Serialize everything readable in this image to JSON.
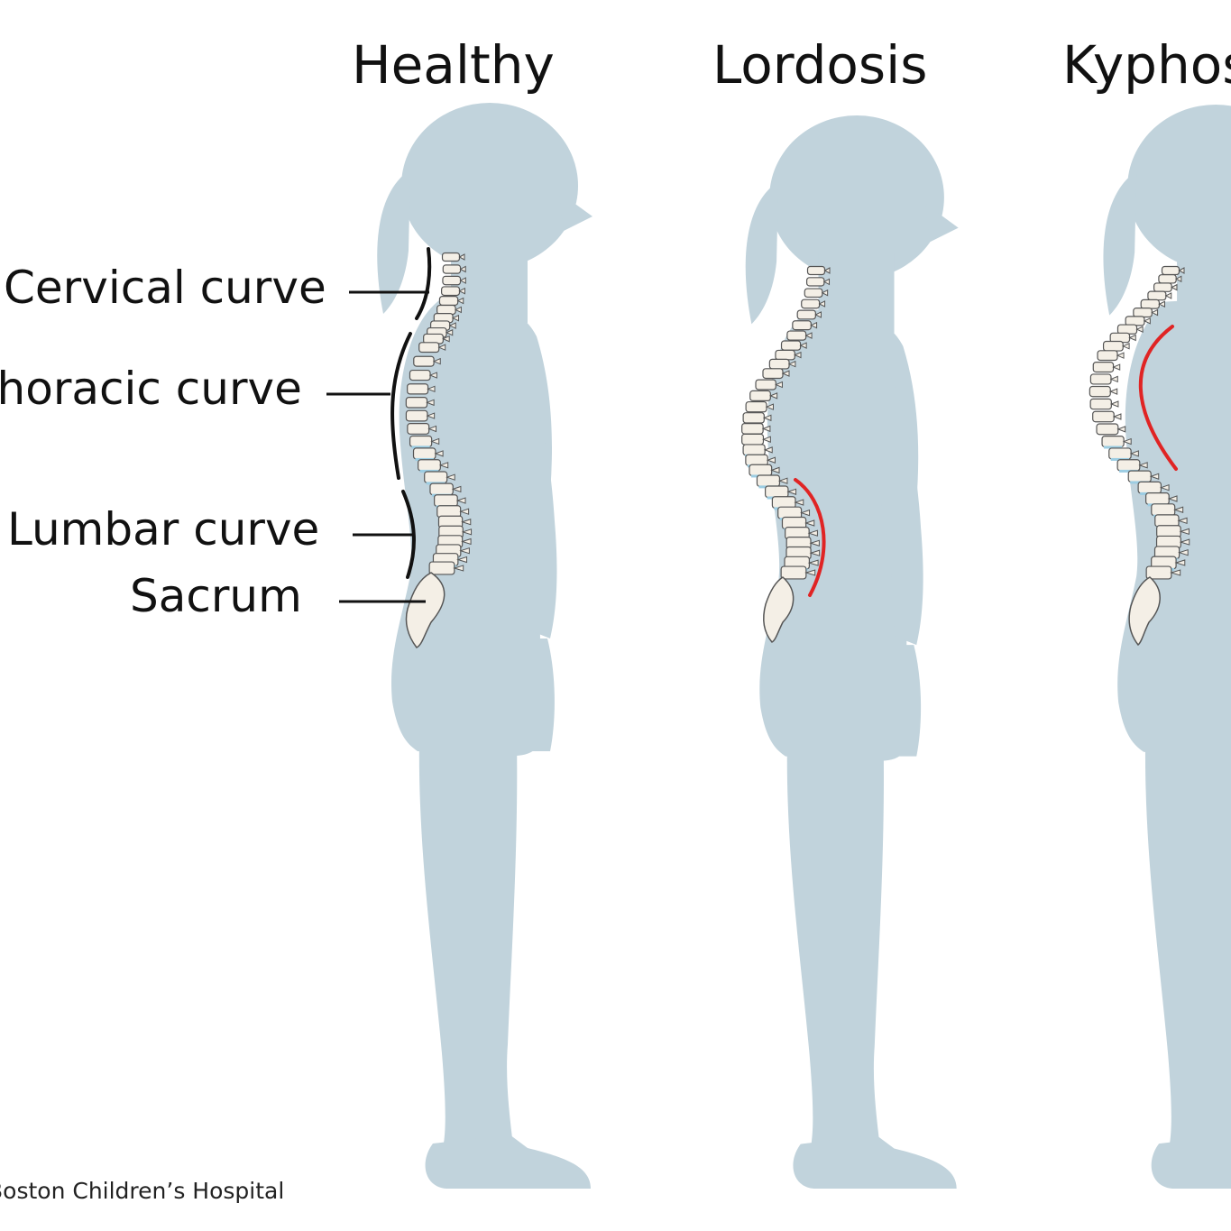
{
  "titles": {
    "healthy": "Healthy",
    "lordosis": "Lordosis",
    "kyphosis": "Kyphosis"
  },
  "labels": {
    "cervical": "Cervical curve",
    "thoracic": "Thoracic curve",
    "lumbar": "Lumbar curve",
    "sacrum": "Sacrum"
  },
  "credit": "Boston Children’s Hospital",
  "colors": {
    "silhouette": "#c1d3dc",
    "vertebra": "#f4efe6",
    "vertebra_outline": "#555555",
    "disc": "#9ccde3",
    "curve_marker": "#e02424",
    "label_line": "#111111"
  }
}
